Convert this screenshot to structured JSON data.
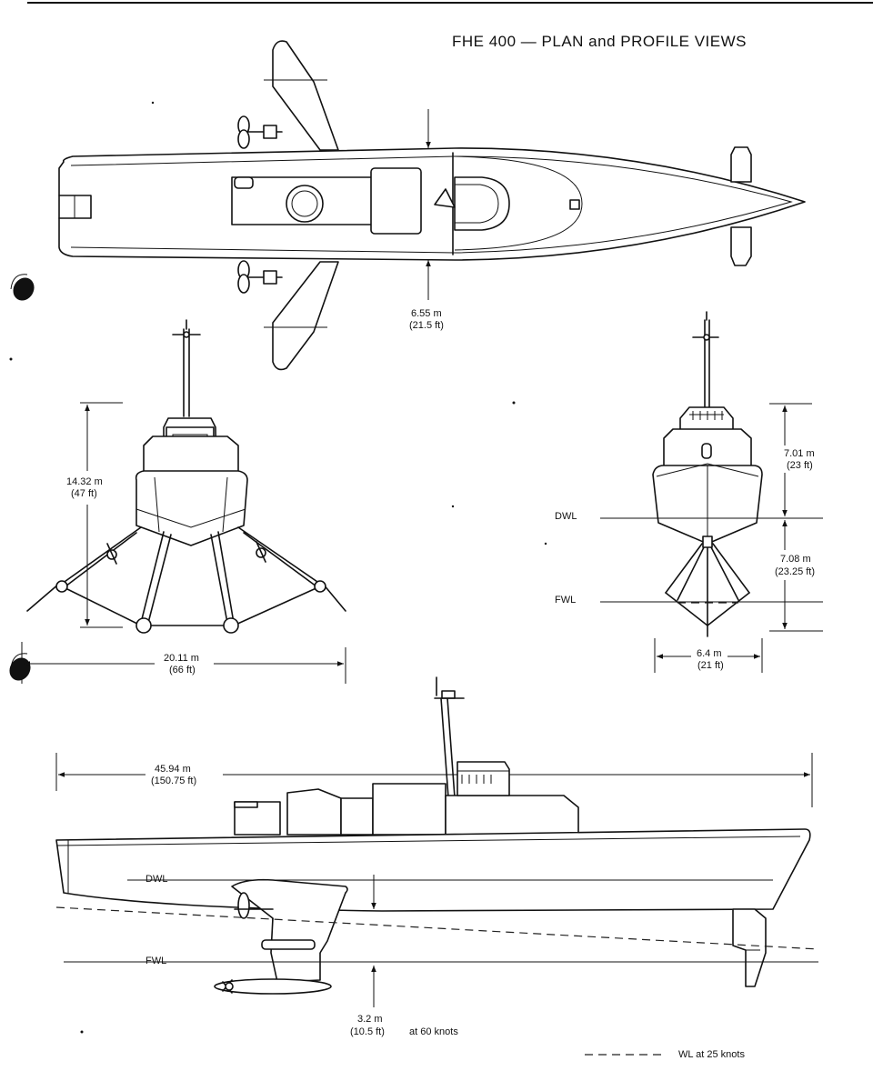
{
  "title": "FHE 400 — PLAN and PROFILE VIEWS",
  "plan": {
    "beam": [
      "6.55 m",
      "(21.5 ft)"
    ]
  },
  "front_view": {
    "height": [
      "14.32 m",
      "(47 ft)"
    ],
    "span": [
      "20.11 m",
      "(66 ft)"
    ]
  },
  "rear_view": {
    "upper": [
      "7.01 m",
      "(23 ft)"
    ],
    "lower": [
      "7.08 m",
      "(23.25 ft)"
    ],
    "width": [
      "6.4 m",
      "(21 ft)"
    ],
    "dwl": "DWL",
    "fwl": "FWL"
  },
  "profile": {
    "length": [
      "45.94 m",
      "(150.75 ft)"
    ],
    "dwl": "DWL",
    "fwl": "FWL",
    "draft": [
      "3.2 m",
      "(10.5 ft)"
    ],
    "speed_note": "at 60 knots",
    "legend": "WL at 25 knots"
  }
}
